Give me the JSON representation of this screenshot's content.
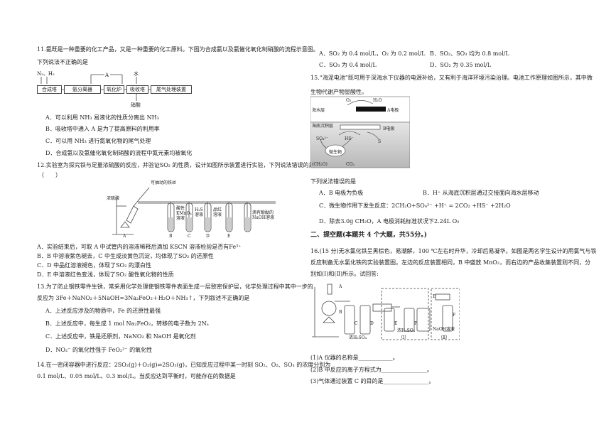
{
  "left": {
    "q11": {
      "stem1": "11.氨既是一种重要的化工产品，又是一种重要的化工原料。下图为合成氨以及氨催化氧化制硝酸的流程示意图。",
      "stem2": "下列说法不正确的是",
      "flow": {
        "inputs": "N₂、H₂",
        "a_label": "A",
        "water": "水",
        "boxes": [
          "合成塔",
          "氨分离器",
          "氧化炉",
          "吸收塔",
          "尾气处理装置"
        ],
        "product": "硝酸"
      },
      "options": [
        "A．可以利用 NH₃ 易液化的性质分离出 NH₃",
        "B．吸收塔中通入 A 是为了提高原料的利用率",
        "C．可以用 NH₃ 进行氮氧化物的尾气处理",
        "D．合成氨以及氨催化氧化制硝酸的流程中氮元素均被氧化"
      ]
    },
    "q12": {
      "stem1": "12.实验室为探究铁与足量浓硫酸的反应，并验证SO₂ 的性质，设计如图所示装置进行实验，下列说法错误的是",
      "stem2": "（　　）",
      "fig": {
        "movable_wire": "可抽动的铁丝",
        "conc_acid": "浓硫酸",
        "kmno4": "酸性",
        "kmno4b": "KMnO₄",
        "kmno4c": "溶液",
        "h2s": "H₂S",
        "h2sb": "溶液",
        "pinred": "品红",
        "pinredb": "溶液",
        "naoh1": "滴有酚酞的",
        "naoh2": "NaOH溶液",
        "labels": [
          "A",
          "B",
          "C",
          "D",
          "E"
        ]
      },
      "options": [
        "A．实验结束后，可取 A 中试管内的溶液稀释后滴加 KSCN 溶液检验是否有Fe³⁺",
        "B．B 中溶液紫色褪去，C 中生成淡黄色沉淀，均体现了SO₂ 的还原性",
        "C．D 中品红溶液褪色，体现了SO₂ 的漂白性",
        "D．E 中溶液红色变浅，体现了SO₂ 酸性氧化物的性质"
      ]
    },
    "q13": {
      "stem1": "13.为了防止钢铁零件生锈，常采用化学处理使钢铁零件表面生成一层致密保护层，化学处理过程中其中一步的",
      "stem2": "反应为 3Fe＋NaNO₂＋5NaOH=3Na₂FeO₂＋H₂O＋NH₃↑，下列叙述不正确的是",
      "options": [
        "A．上述反应涉及的物质中，Fe 的还原性最强",
        "B．上述反应中，每生成 1 mol Na₂FeO₂，转移的电子数为 2Nₐ",
        "C．上述反应中，铁是还原剂，NaNO₂ 和 NaOH 是氧化剂",
        "D．NO₂⁻ 的氧化性强于 FeO₂²⁻ 的氧化性"
      ]
    },
    "q14": {
      "stem1": "14.在一密闭容器中进行反应：2SO₂(g)＋O₂(g)⇌2SO₃(g)，已知反应过程中某一时刻 SO₂、O₂、SO₃ 的浓度分别为",
      "stem2": "0.1 mol/L、0.05 mol/L、0.3 mol/L。当反应达到平衡时，可能存在的数据是"
    }
  },
  "right": {
    "q14_options": [
      "A．SO₂ 为 0.4 mol/L，O₂ 为 0.2 mol/L",
      "B．SO₂、SO₃ 均为 0.8 mol/L",
      "C．SO₃ 为 0.4 mol/L",
      "D．SO₂ 为 0.35 mol/L"
    ],
    "q15": {
      "stem1": "15.“海泥电池”既可用于深海水下仪器的电源补给，又有利于海洋环境污染治理。电池工作原理如图所示，其中微",
      "stem2": "生物代谢产物显酸性。",
      "fig": {
        "o2": "O₂",
        "h2o": "H₂O",
        "sea_layer": "海水层",
        "a_electrode": "A电极",
        "sediment": "海底沉积层",
        "b_electrode": "B电极",
        "so4": "SO₄²⁻",
        "hs": "HS⁻",
        "s": "S",
        "microbe": "微生物",
        "ch2o": "(CH₂O)",
        "co2": "CO₂"
      },
      "ask": "下列说法错误的是",
      "options": [
        "A．B 电极为负极",
        "B．H⁺ 从海底沉积层通过交接面向海水层移动",
        "C．微生物作用下发生反应：2CH₂O+SO₄²⁻ +H⁺ = 2CO₂ +HS⁻ +2H₂O",
        "D．除去3.0g CH₂O，A 电极消耗标准状况下2.24L O₂"
      ]
    },
    "section2": "二、提空题(本题共 4 个大题，共55分。)",
    "q16": {
      "stem1": "16.(15 分)无水氯化铁呈黑棕色，易潮解，100 ℃左右时升华，冷却后易凝华。如图是两名学生设计的用氯气与铁",
      "stem2": "反应制备无水氯化铁的实验装置图。左边的反应装置相同，B 中盛放 MnO₂，而右边的产品收集装置则不同，分",
      "stem3": "别如(Ⅰ)和(Ⅱ)所示。试回答:",
      "fig": {
        "labels": [
          "A",
          "B",
          "C",
          "D",
          "E",
          "F",
          "E",
          "F"
        ],
        "conc_h2so4": "浓H₂SO₄",
        "conc_h2so4b": "浓H₂SO₄",
        "naoh": "NaOH溶液",
        "i": "（Ⅰ）",
        "ii": "（Ⅱ）"
      },
      "q1": "(1)A 仪器的名称是____________。",
      "q2": "(2)B 中反应的离子方程式为________________。",
      "q3": "(3)气体通过装置 C 的目的是________________。"
    }
  }
}
